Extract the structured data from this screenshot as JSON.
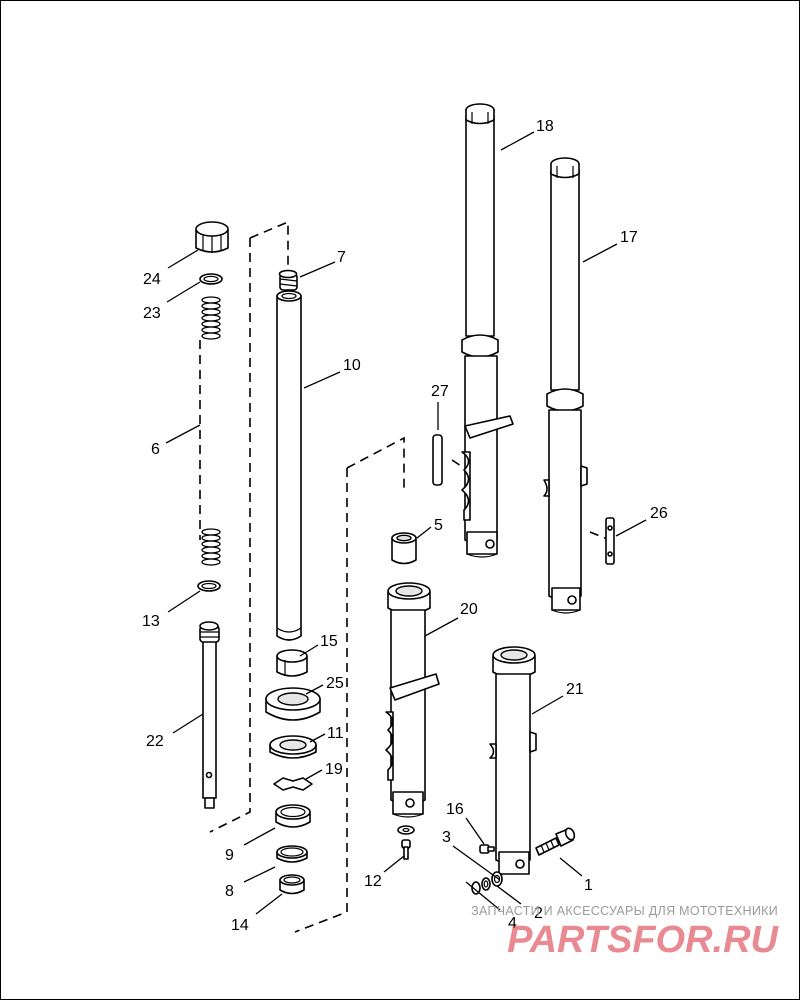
{
  "callouts": [
    {
      "id": "c1",
      "label": "1"
    },
    {
      "id": "c2",
      "label": "2"
    },
    {
      "id": "c3",
      "label": "3"
    },
    {
      "id": "c4",
      "label": "4"
    },
    {
      "id": "c5",
      "label": "5"
    },
    {
      "id": "c6",
      "label": "6"
    },
    {
      "id": "c7",
      "label": "7"
    },
    {
      "id": "c8",
      "label": "8"
    },
    {
      "id": "c9",
      "label": "9"
    },
    {
      "id": "c10",
      "label": "10"
    },
    {
      "id": "c11",
      "label": "11"
    },
    {
      "id": "c12",
      "label": "12"
    },
    {
      "id": "c13",
      "label": "13"
    },
    {
      "id": "c14",
      "label": "14"
    },
    {
      "id": "c15",
      "label": "15"
    },
    {
      "id": "c16",
      "label": "16"
    },
    {
      "id": "c17",
      "label": "17"
    },
    {
      "id": "c18",
      "label": "18"
    },
    {
      "id": "c19",
      "label": "19"
    },
    {
      "id": "c20",
      "label": "20"
    },
    {
      "id": "c21",
      "label": "21"
    },
    {
      "id": "c22",
      "label": "22"
    },
    {
      "id": "c23",
      "label": "23"
    },
    {
      "id": "c24",
      "label": "24"
    },
    {
      "id": "c25",
      "label": "25"
    },
    {
      "id": "c26",
      "label": "26"
    },
    {
      "id": "c27",
      "label": "27"
    }
  ],
  "watermark": {
    "caption": "ЗАПЧАСТИ И АКСЕССУАРЫ ДЛЯ МОТОТЕХНИКИ",
    "logo": "PARTSFOR.RU",
    "color": "#d72837"
  },
  "colors": {
    "line": "#000000",
    "background": "#ffffff"
  }
}
